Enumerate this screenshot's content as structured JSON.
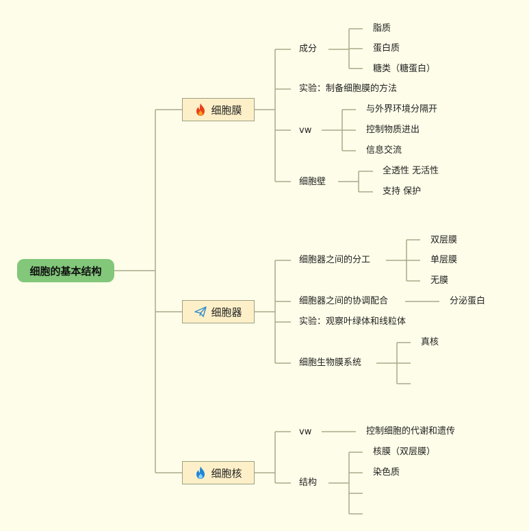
{
  "root": {
    "label": "细胞的基本结构"
  },
  "membrane": {
    "label": "细胞膜",
    "icon": "fire-icon-red",
    "composition": {
      "label": "成分",
      "items": [
        "脂质",
        "蛋白质",
        "糖类（糖蛋白）"
      ]
    },
    "experiment": {
      "label": "实验：制备细胞膜的方法"
    },
    "function": {
      "label": "vw",
      "items": [
        "与外界环境分隔开",
        "控制物质进出",
        "信息交流"
      ]
    },
    "wall": {
      "label": "细胞壁",
      "items": [
        "全透性 无活性",
        "支持 保护"
      ]
    }
  },
  "organelle": {
    "label": "细胞器",
    "icon": "paper-plane-icon",
    "division": {
      "label": "细胞器之间的分工",
      "items": [
        "双层膜",
        "单层膜",
        "无膜"
      ]
    },
    "coordination": {
      "label": "细胞器之间的协调配合",
      "items": [
        "分泌蛋白"
      ]
    },
    "experiment": {
      "label": "实验：观察叶绿体和线粒体"
    },
    "biomembrane": {
      "label": "细胞生物膜系统",
      "items": [
        "真核",
        "",
        ""
      ]
    }
  },
  "nucleus": {
    "label": "细胞核",
    "icon": "fire-icon-blue",
    "function": {
      "label": "vw",
      "items": [
        "控制细胞的代谢和遗传"
      ]
    },
    "structure": {
      "label": "结构",
      "items": [
        "核膜（双层膜）",
        "染色质",
        "",
        ""
      ]
    }
  },
  "colors": {
    "background": "#fefde9",
    "root_fill": "#82c77a",
    "node_fill": "#fdf0c8",
    "line": "#a8a98a"
  }
}
